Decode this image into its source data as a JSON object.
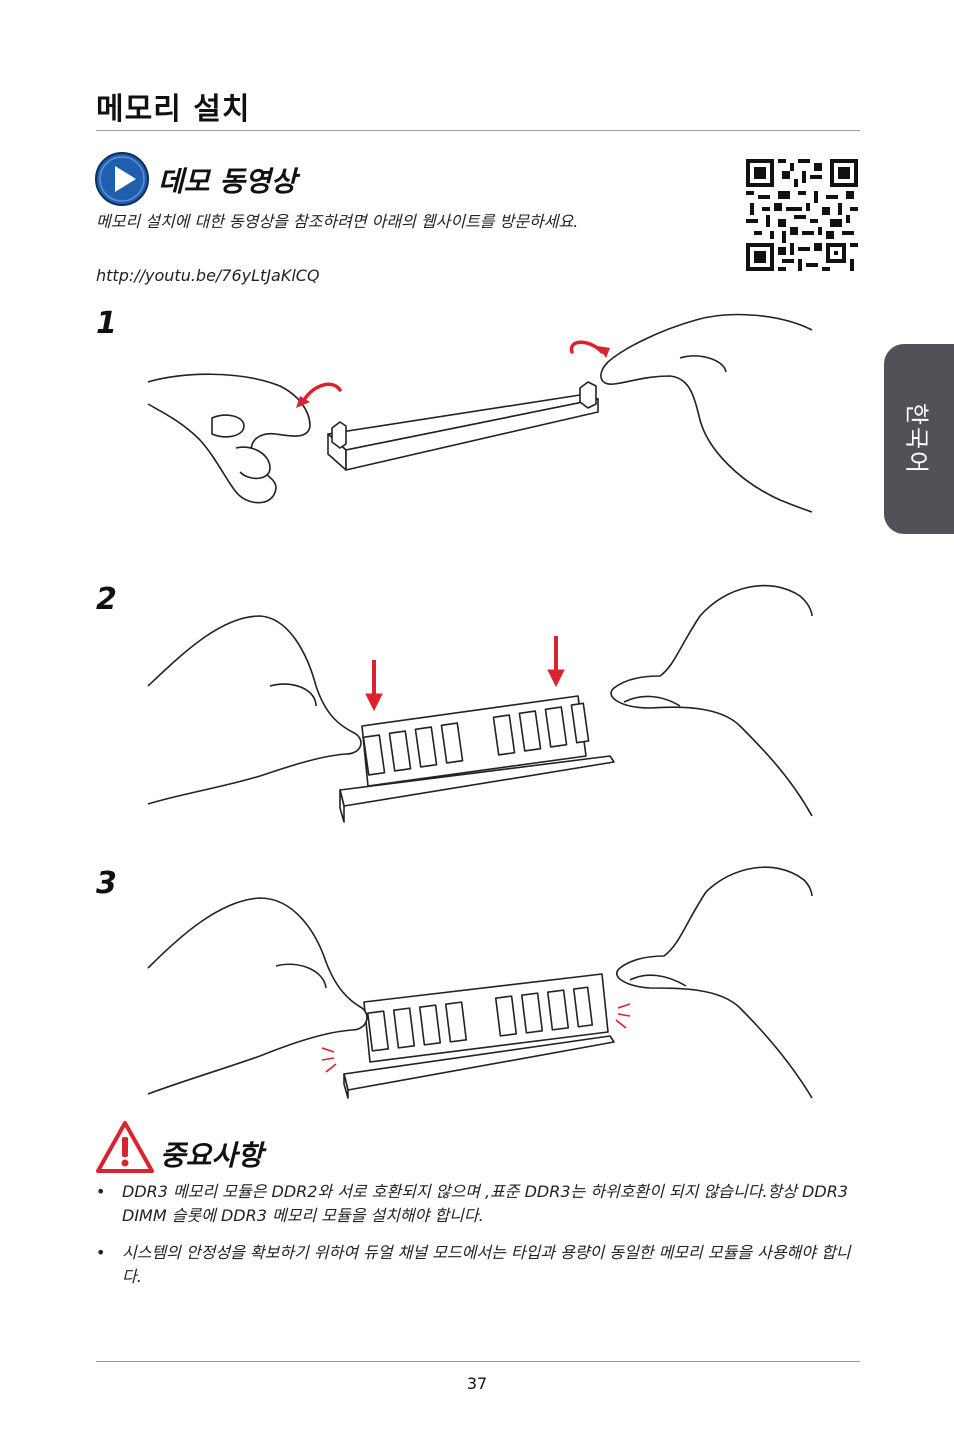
{
  "header": {
    "title": "메모리 설치"
  },
  "side_tab": {
    "label": "한국어"
  },
  "demo": {
    "heading": "데모 동영상",
    "description": "메모리 설치에 대한 동영상을 참조하려면 아래의 웹사이트를 방문하세요.",
    "url": "http://youtu.be/76yLtJaKlCQ"
  },
  "steps": [
    {
      "number": "1"
    },
    {
      "number": "2"
    },
    {
      "number": "3"
    }
  ],
  "important": {
    "heading": "중요사항",
    "bullet": "•",
    "notes": [
      "DDR3 메모리 모듈은 DDR2와 서로 호환되지 않으며 ,표준 DDR3는 하위호환이 되지 않습니다.항상 DDR3 DIMM 슬롯에 DDR3 메모리 모듈을 설치해야 합니다.",
      "시스템의 안정성을 확보하기 위하여 듀얼 채널 모드에서는 타입과 용량이 동일한 메모리 모듈을 사용해야 합니다."
    ]
  },
  "footer": {
    "page_number": "37"
  },
  "colors": {
    "play_blue": "#1f5fae",
    "arrow_red": "#d9232e",
    "warning_red": "#d9232e",
    "side_tab_gray": "#505257"
  }
}
